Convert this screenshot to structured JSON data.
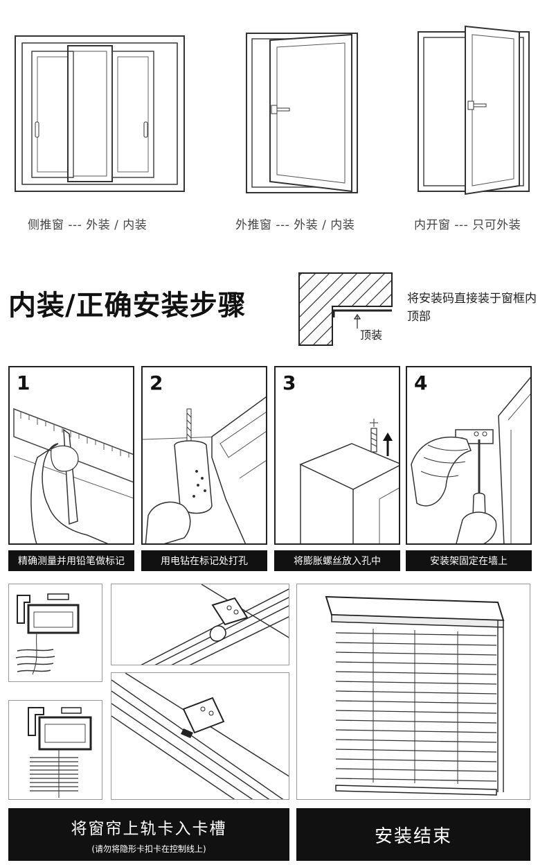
{
  "window_types": [
    {
      "caption": "侧推窗 --- 外装 / 内装"
    },
    {
      "caption": "外推窗 --- 外装 / 内装"
    },
    {
      "caption": "内开窗 --- 只可外装"
    }
  ],
  "section": {
    "title": "内装/正确安装步骤",
    "diagram_label": "顶装",
    "note": "将安装码直接装于窗框内顶部"
  },
  "steps": [
    {
      "number": "1",
      "caption": "精确测量并用铅笔做标记"
    },
    {
      "number": "2",
      "caption": "用电钻在标记处打孔"
    },
    {
      "number": "3",
      "caption": "将膨胀螺丝放入孔中"
    },
    {
      "number": "4",
      "caption": "安装架固定在墙上"
    }
  ],
  "bottom": {
    "left_main": "将窗帘上轨卡入卡槽",
    "left_sub": "(请勿将隐形卡扣卡在控制线上)",
    "right_main": "安装结束"
  },
  "colors": {
    "ink": "#111111",
    "caption_bg": "#111111",
    "caption_text": "#ffffff"
  }
}
